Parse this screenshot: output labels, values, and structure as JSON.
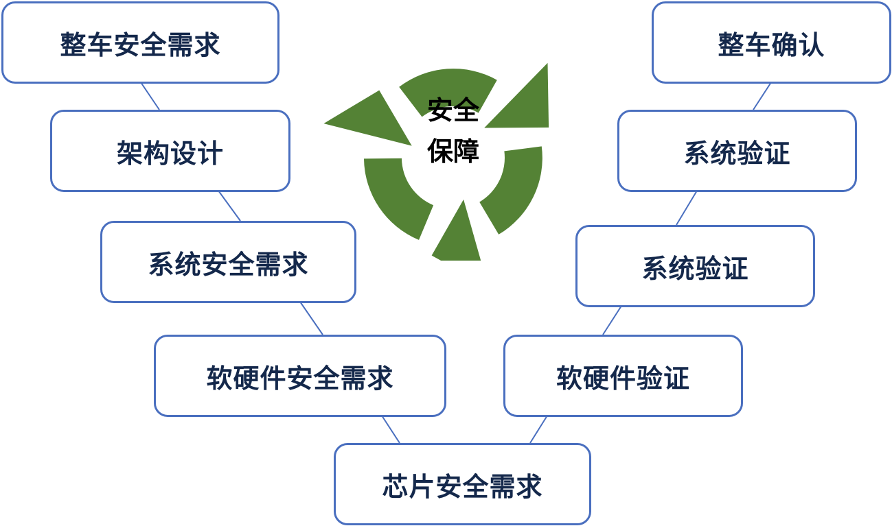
{
  "center": {
    "line1": "安全",
    "line2": "保障"
  },
  "left_nodes": [
    {
      "label": "整车安全需求"
    },
    {
      "label": "架构设计"
    },
    {
      "label": "系统安全需求"
    },
    {
      "label": "软硬件安全需求"
    }
  ],
  "bottom_node": {
    "label": "芯片安全需求"
  },
  "right_nodes": [
    {
      "label": "整车确认"
    },
    {
      "label": "系统验证"
    },
    {
      "label": "系统验证"
    },
    {
      "label": "软硬件验证"
    }
  ],
  "colors": {
    "node_border": "#4a6fbf",
    "node_text": "#14284b",
    "connector": "#4a6fbf",
    "arrow": "#548235"
  },
  "icons": {
    "cycle": "recycle-arrows-icon"
  }
}
